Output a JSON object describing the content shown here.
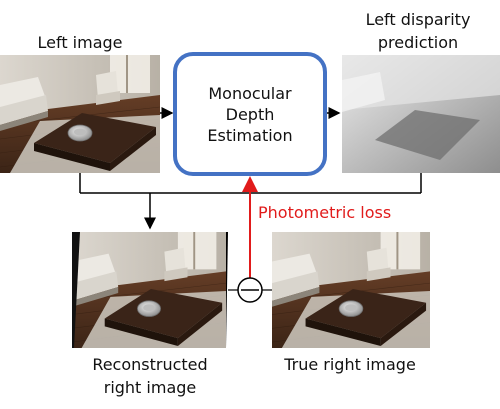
{
  "labels": {
    "left_image": "Left image",
    "disparity_line1": "Left disparity",
    "disparity_line2": "prediction",
    "model_line1": "Monocular",
    "model_line2": "Depth",
    "model_line3": "Estimation",
    "loss": "Photometric loss",
    "reconstructed_line1": "Reconstructed",
    "reconstructed_line2": "right image",
    "true_right": "True right image"
  },
  "operators": {
    "subtract_symbol": "minus"
  },
  "colors": {
    "model_box_stroke": "#4472c4",
    "loss_line": "#e11b1b",
    "loss_text": "#e11b1b",
    "connector": "#000000",
    "text": "#111111"
  }
}
